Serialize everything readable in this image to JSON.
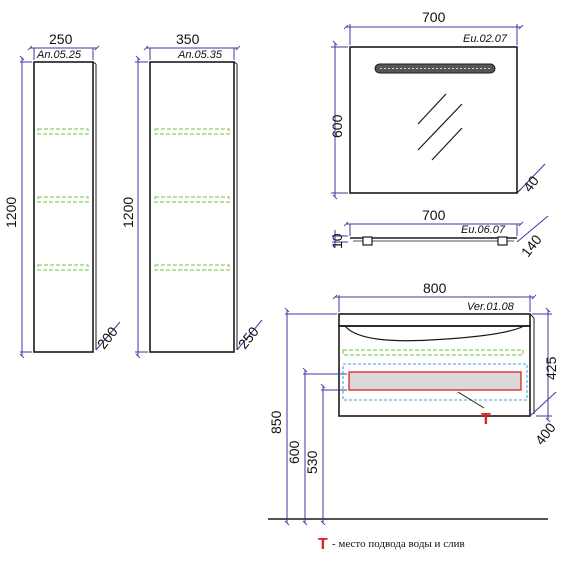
{
  "colors": {
    "dimension_line": "#3a3aa0",
    "outline": "#1a1a1a",
    "shelf_marker": "#8fd16a",
    "tray_fill": "#d9d9d9",
    "tray_border": "#e0201a",
    "drawer_dashed": "#3aa0d8",
    "legend_mark": "#e0201a"
  },
  "column_a": {
    "code": "An.05.25",
    "width": "250",
    "height": "1200",
    "depth": "200"
  },
  "column_b": {
    "code": "An.05.35",
    "width": "350",
    "height": "1200",
    "depth": "250"
  },
  "mirror": {
    "code": "Eu.02.07",
    "width": "700",
    "height": "600",
    "depth": "40"
  },
  "shelf": {
    "code": "Eu.06.07",
    "width": "700",
    "thickness": "10",
    "depth": "140"
  },
  "vanity": {
    "code": "Ver.01.08",
    "width": "800",
    "height": "425",
    "depth": "400",
    "mount_top": "850",
    "mount_600": "600",
    "mount_530": "530",
    "connection_mark": "T"
  },
  "legend": {
    "mark": "T",
    "text": "- место подвода воды и слив"
  }
}
